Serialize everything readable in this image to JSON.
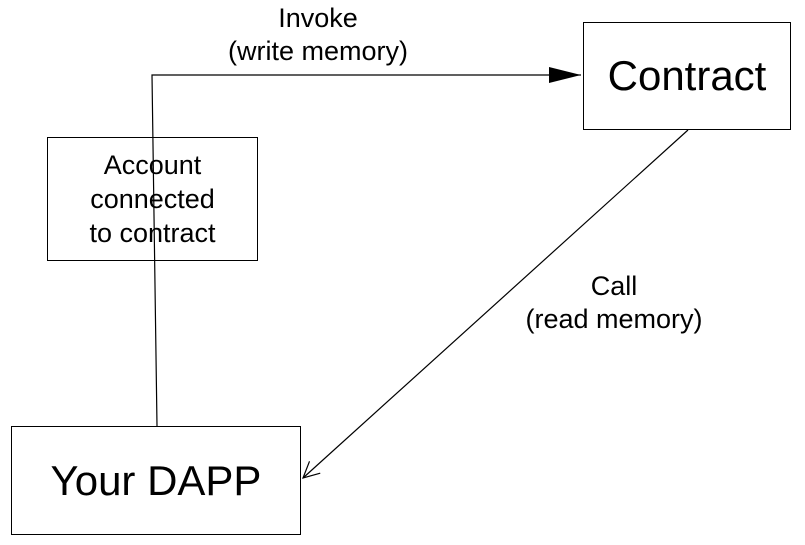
{
  "nodes": {
    "contract": {
      "label": "Contract"
    },
    "dapp": {
      "label": "Your DAPP"
    },
    "account": {
      "lines": [
        "Account",
        "connected",
        "to contract"
      ]
    }
  },
  "edges": {
    "invoke": {
      "lines": [
        "Invoke",
        "(write memory)"
      ]
    },
    "call": {
      "lines": [
        "Call",
        "(read memory)"
      ]
    }
  },
  "colors": {
    "stroke": "#000000",
    "background": "#ffffff"
  }
}
